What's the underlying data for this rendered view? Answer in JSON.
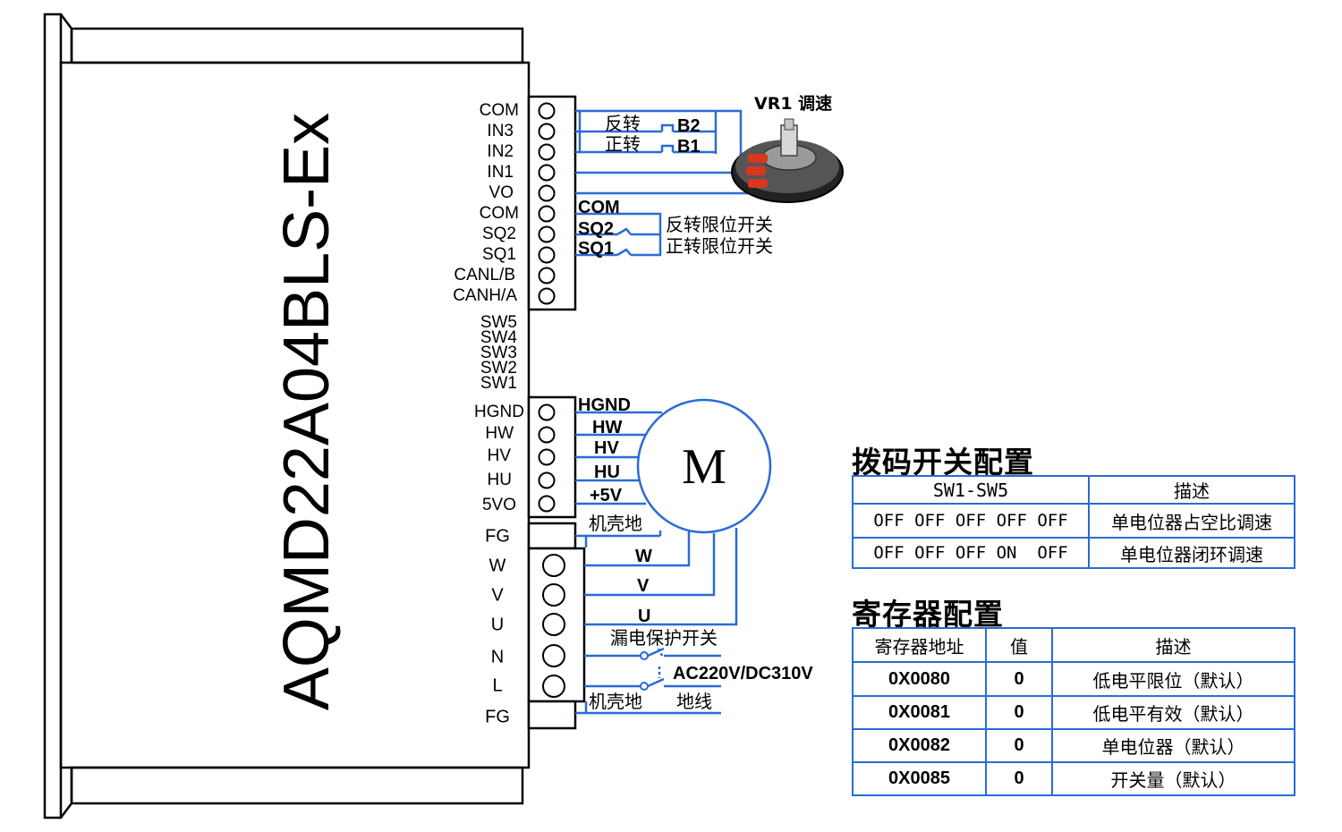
{
  "model": "AQMD22A04BLS-Ex",
  "signal_terminals": [
    "COM",
    "IN3",
    "IN2",
    "IN1",
    "VO",
    "COM",
    "SQ2",
    "SQ1",
    "CANL/B",
    "CANH/A"
  ],
  "dip_switches": [
    "SW5",
    "SW4",
    "SW3",
    "SW2",
    "SW1"
  ],
  "hall_terminals": [
    "HGND",
    "HW",
    "HV",
    "HU",
    "5VO"
  ],
  "power_terminals": [
    "FG",
    "W",
    "V",
    "U",
    "N",
    "L",
    "FG"
  ],
  "wiring": {
    "reverse": "反转",
    "forward": "正转",
    "b2": "B2",
    "b1": "B1",
    "pot": "VR1 调速",
    "com": "COM",
    "sq2": "SQ2",
    "sq1": "SQ1",
    "rev_limit": "反转限位开关",
    "fwd_limit": "正转限位开关",
    "hgnd": "HGND",
    "hw": "HW",
    "hv": "HV",
    "hu": "HU",
    "v5": "+5V",
    "motor": "M",
    "case_ground_1": "机壳地",
    "w": "W",
    "v": "V",
    "u": "U",
    "breaker": "漏电保护开关",
    "supply": "AC220V/DC310V",
    "case_ground_2": "机壳地",
    "earth": "地线"
  },
  "dip_config": {
    "title": "拨码开关配置",
    "headers": [
      "SW1-SW5",
      "描述"
    ],
    "rows": [
      {
        "codes": "OFF OFF OFF OFF OFF",
        "desc": "单电位器占空比调速"
      },
      {
        "codes": "OFF OFF OFF ON  OFF",
        "desc": "单电位器闭环调速"
      }
    ]
  },
  "register_config": {
    "title": "寄存器配置",
    "headers": [
      "寄存器地址",
      "值",
      "描述"
    ],
    "rows": [
      {
        "addr": "0X0080",
        "val": "0",
        "desc": "低电平限位（默认）"
      },
      {
        "addr": "0X0081",
        "val": "0",
        "desc": "低电平有效（默认）"
      },
      {
        "addr": "0X0082",
        "val": "0",
        "desc": "单电位器（默认）"
      },
      {
        "addr": "0X0085",
        "val": "0",
        "desc": "开关量（默认）"
      }
    ]
  },
  "colors": {
    "wire": "#2b6bd6",
    "outline": "#000000",
    "pot_terminal": "#d9381e"
  }
}
